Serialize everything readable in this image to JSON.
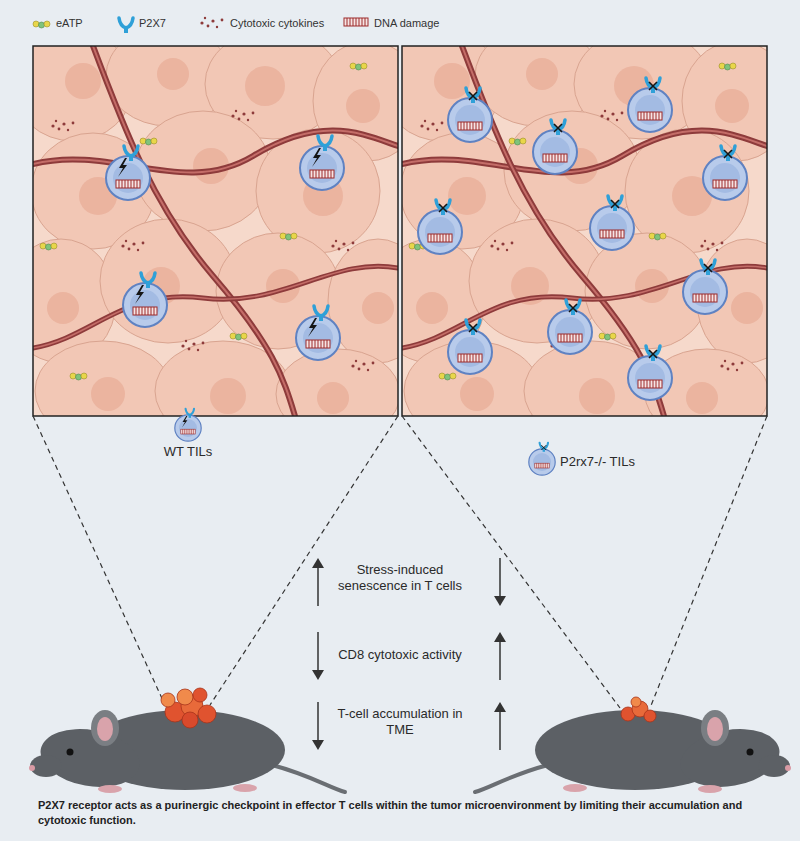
{
  "diagram": {
    "caption": "P2X7 receptor acts as a purinergic checkpoint in effector T cells within the tumor microenvironment by limiting their accumulation and cytotoxic function.",
    "labels": [
      "WT TILs",
      "P2rx7-/- TILs",
      "Stress-induced senescence in T cells",
      "CD8 cytotoxic activity",
      "T-cell accumulation in TME"
    ],
    "legend": [
      {
        "text": "eATP"
      },
      {
        "text": "P2X7"
      },
      {
        "text": "Cytotoxic cytokines"
      },
      {
        "text": "DNA damage"
      }
    ]
  }
}
